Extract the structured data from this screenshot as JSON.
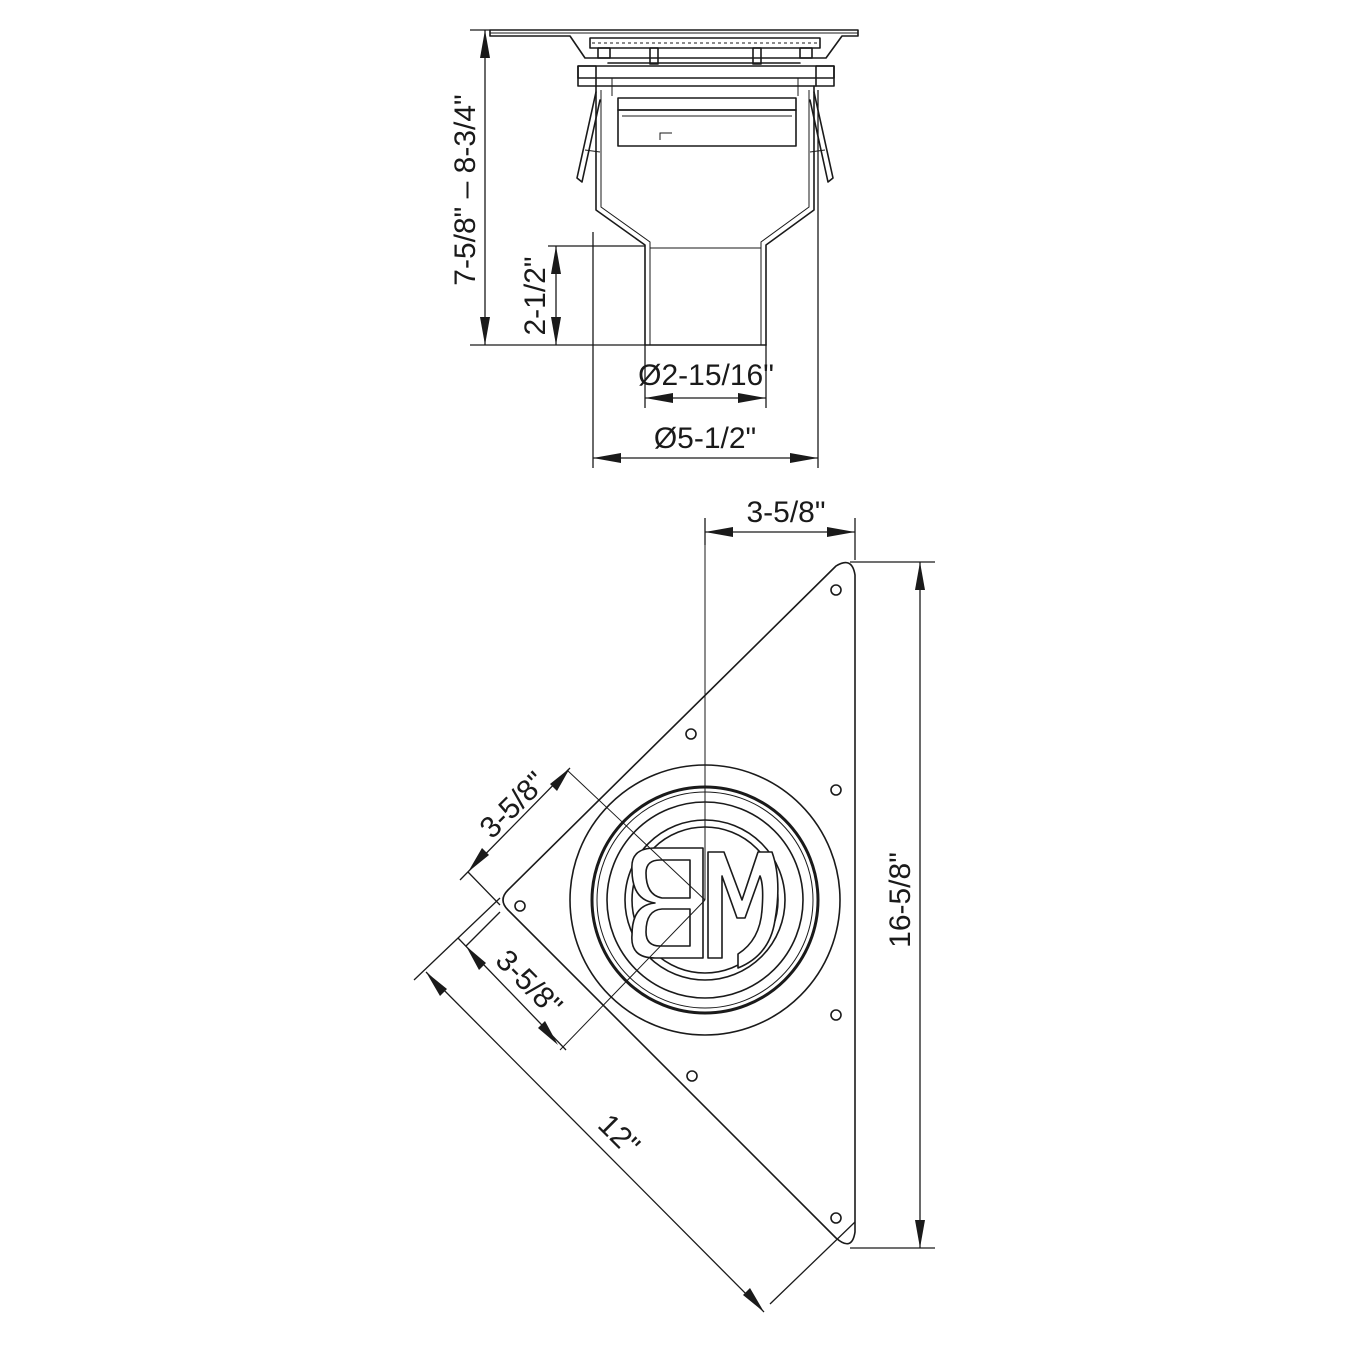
{
  "drawing": {
    "side_view": {
      "overall_height_label": "7-5/8\" – 8-3/4\"",
      "outlet_height_label": "2-1/2\"",
      "outlet_diameter_label": "Ø2-15/16\"",
      "body_diameter_label": "Ø5-1/2\""
    },
    "plan_view": {
      "top_offset_label": "3-5/8\"",
      "height_label": "16-5/8\"",
      "diag_offset_upper_label": "3-5/8\"",
      "diag_offset_lower_label": "3-5/8\"",
      "hypotenuse_label": "12\"",
      "logo": "BM"
    }
  },
  "colors": {
    "line": "#1a1a1a",
    "background": "#ffffff"
  }
}
